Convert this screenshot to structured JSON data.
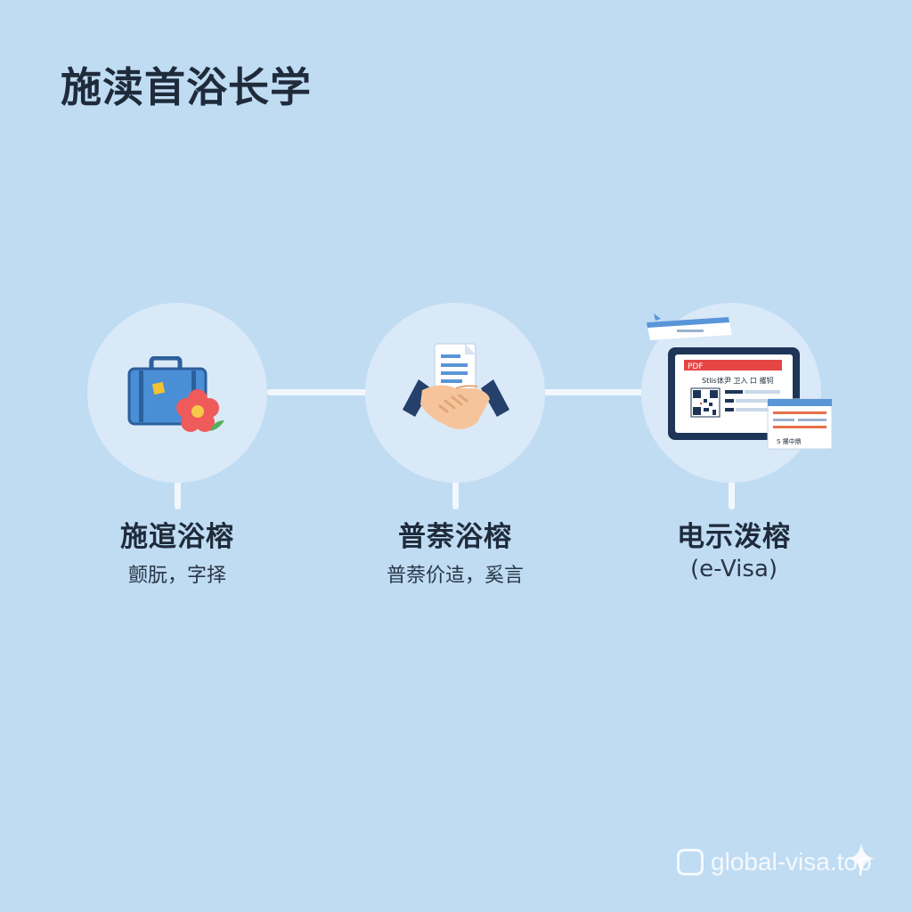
{
  "title": "施渎首浴长学",
  "steps": [
    {
      "label": "施逭浴榕",
      "sub": "颤朊，字择",
      "icon": "suitcase-flower-icon"
    },
    {
      "label": "普萘浴榕",
      "sub": "普萘价迼，奚言",
      "icon": "handshake-document-icon"
    },
    {
      "label": "电示泼榕",
      "sub": "(e-Visa)",
      "icon": "tablet-evisa-icon"
    }
  ],
  "evisa_screen": {
    "header": "PDF",
    "line": "Stlis体尹 卫入 口 撂钶",
    "card_text": "S 撂中鼎"
  },
  "watermark": "global-visa.top",
  "colors": {
    "background": "#bfdcf3",
    "circle": "#d9e9f8",
    "connector": "#f1f7fd",
    "suitcase": "#4a8fd6",
    "flower": "#ef5a5a",
    "hand_sleeve": "#24406b",
    "skin": "#f6c49b",
    "tablet_frame": "#1f3558",
    "pdf_red": "#e64545"
  }
}
